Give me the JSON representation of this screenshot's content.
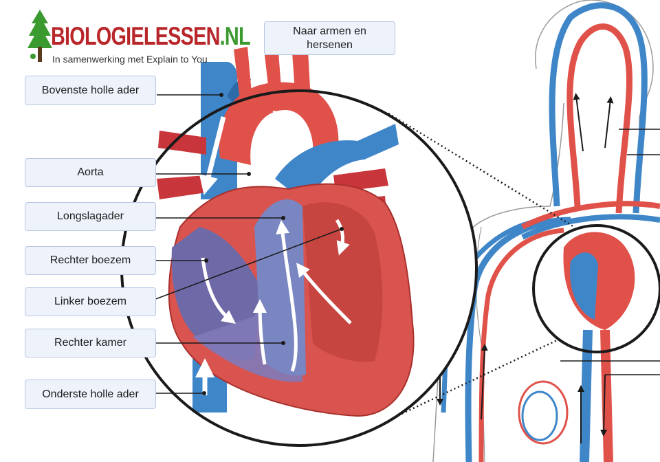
{
  "logo": {
    "title_main": "BIOLOGIELESSEN",
    "title_tld": ".NL",
    "subtitle": "In samenwerking met Explain to You"
  },
  "labels": {
    "top": "Naar armen en hersenen",
    "superior_vena_cava": "Bovenste holle ader",
    "aorta": "Aorta",
    "pulmonary_artery": "Longslagader",
    "right_atrium": "Rechter boezem",
    "left_atrium": "Linker boezem",
    "right_ventricle": "Rechter kamer",
    "inferior_vena_cava": "Onderste holle ader"
  },
  "colors": {
    "artery": "#e0514a",
    "artery_dark": "#b7322f",
    "vein": "#3f86c8",
    "vein_dark": "#2c6aa8",
    "heart_muscle": "#d9534f",
    "heart_interior": "#6e6aa8",
    "label_bg": "#eef2fb",
    "label_border": "#b9c6e3"
  }
}
